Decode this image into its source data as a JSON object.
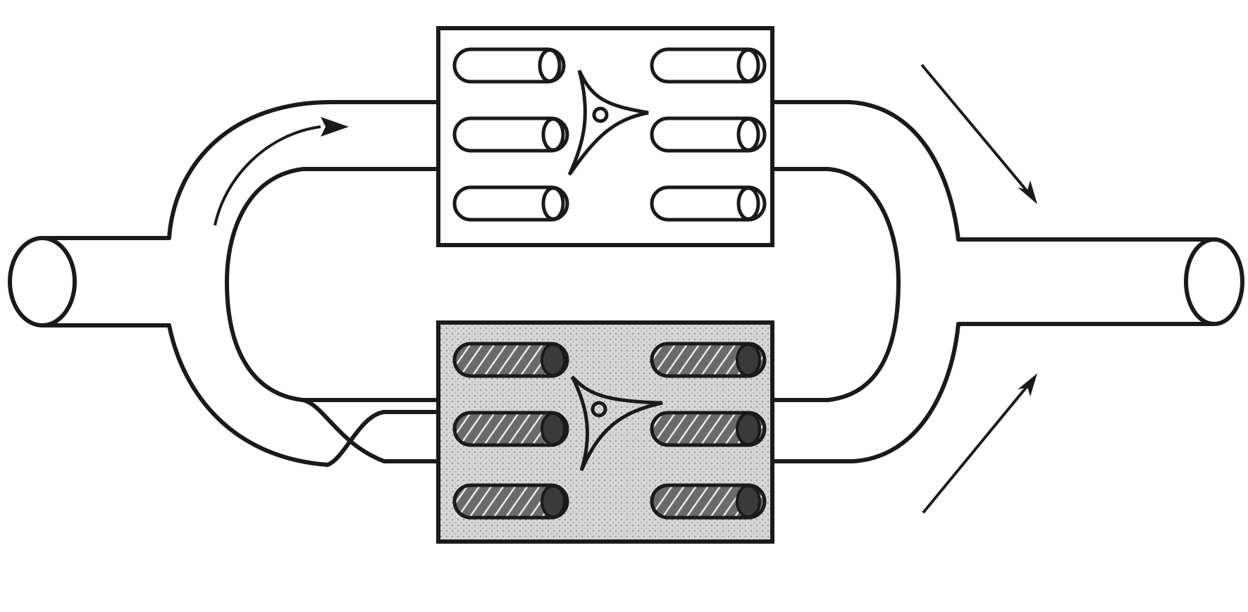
{
  "diagram": {
    "blocks": [
      {
        "id": "upper",
        "state": "unshaded"
      },
      {
        "id": "lower",
        "state": "shaded"
      }
    ],
    "fibers_per_block": 6,
    "colors": {
      "stroke": "#1a1a1a",
      "background": "#ffffff",
      "shaded_block": "#d2d2d2",
      "shaded_fiber": "#5a5a5a"
    },
    "icons": [
      "flow-arrow-icon",
      "cell-icon",
      "fiber-icon",
      "vessel-end-icon"
    ]
  }
}
